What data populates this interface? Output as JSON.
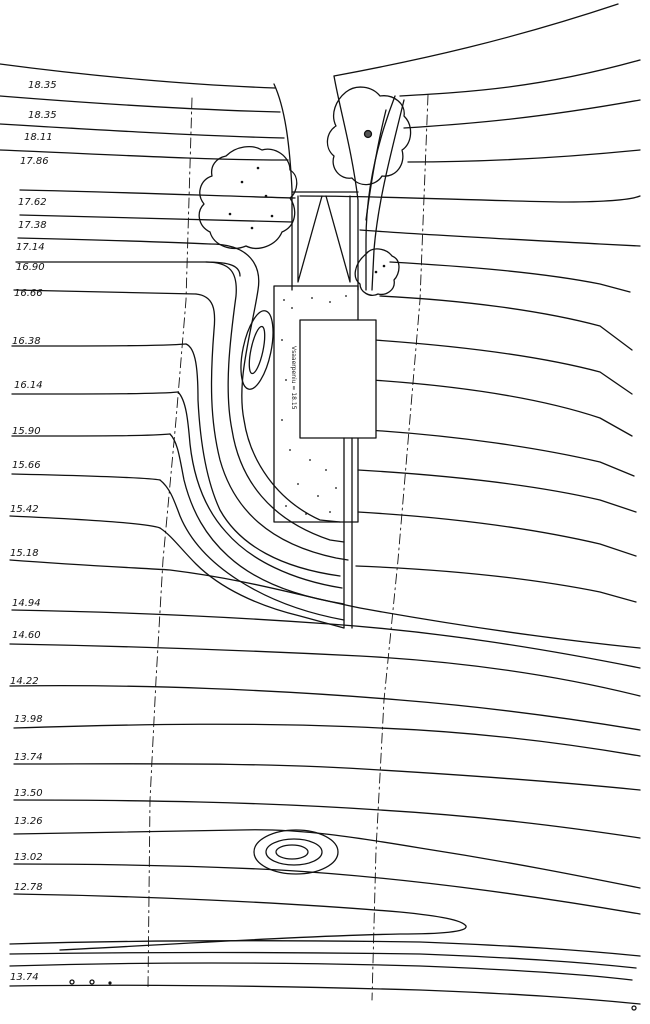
{
  "elevation_labels": [
    "18.35",
    "18.35",
    "18.11",
    "17.86",
    "17.62",
    "17.38",
    "17.14",
    "16.90",
    "16.66",
    "16.38",
    "16.14",
    "15.90",
    "15.66",
    "15.42",
    "15.18",
    "14.94",
    "14.60",
    "14.22",
    "13.98",
    "13.74",
    "13.50",
    "13.26",
    "13.02",
    "12.78",
    "13.74"
  ],
  "building_annotation": "Vsaaerpeniu = 18.15"
}
